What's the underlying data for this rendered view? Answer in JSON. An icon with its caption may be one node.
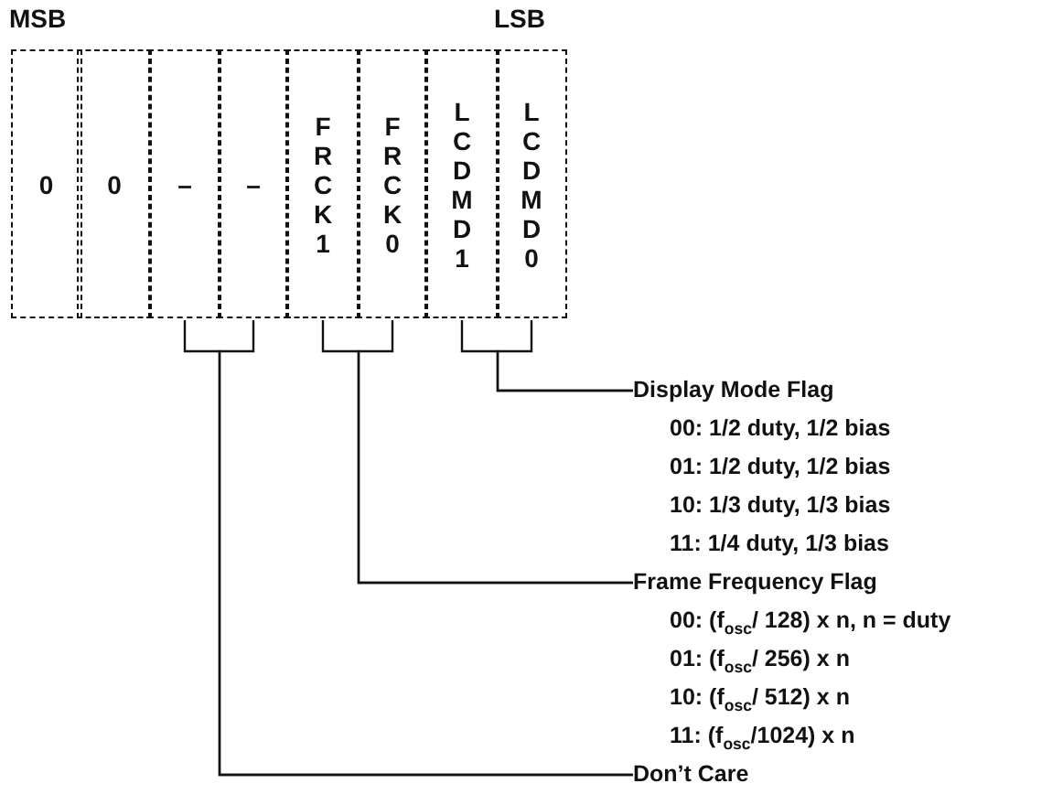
{
  "diagram": {
    "nodes": [
      {
        "text": [
          "0"
        ]
      },
      {
        "text": [
          "0"
        ]
      },
      {
        "text": [
          "–"
        ]
      },
      {
        "text": [
          "–"
        ]
      },
      {
        "text": [
          "FRCK1"
        ]
      },
      {
        "text": [
          "FRCK0"
        ]
      },
      {
        "text": [
          "LCDMD1"
        ]
      },
      {
        "text": [
          "LCDMD0"
        ]
      },
      {
        "text": [
          "Display Mode Flag",
          "00: 1/2 duty, 1/2 bias",
          "01: 1/2 duty, 1/2 bias",
          "10: 1/3 duty, 1/3 bias",
          "11: 1/4 duty, 1/3 bias"
        ]
      },
      {
        "text": [
          "Frame Frequency Flag",
          "00: (f$_{osc}$/ 128) x n, n = duty",
          "01: (f$_{osc}$/ 256) x n",
          "10: (f$_{osc}$/ 512) x n",
          "11: (f$_{osc}$/1024) x n"
        ]
      },
      {
        "text": [
          "Don’t Care"
        ]
      }
    ],
    "edges": [
      {
        "from": 2,
        "to": 10,
        "arrow": "none"
      },
      {
        "from": 3,
        "to": 10,
        "arrow": "none"
      },
      {
        "from": 4,
        "to": 9,
        "arrow": "none"
      },
      {
        "from": 5,
        "to": 9,
        "arrow": "none"
      },
      {
        "from": 6,
        "to": 8,
        "arrow": "none"
      },
      {
        "from": 7,
        "to": 8,
        "arrow": "none"
      }
    ],
    "labels": [
      "MSB",
      "LSB"
    ]
  }
}
